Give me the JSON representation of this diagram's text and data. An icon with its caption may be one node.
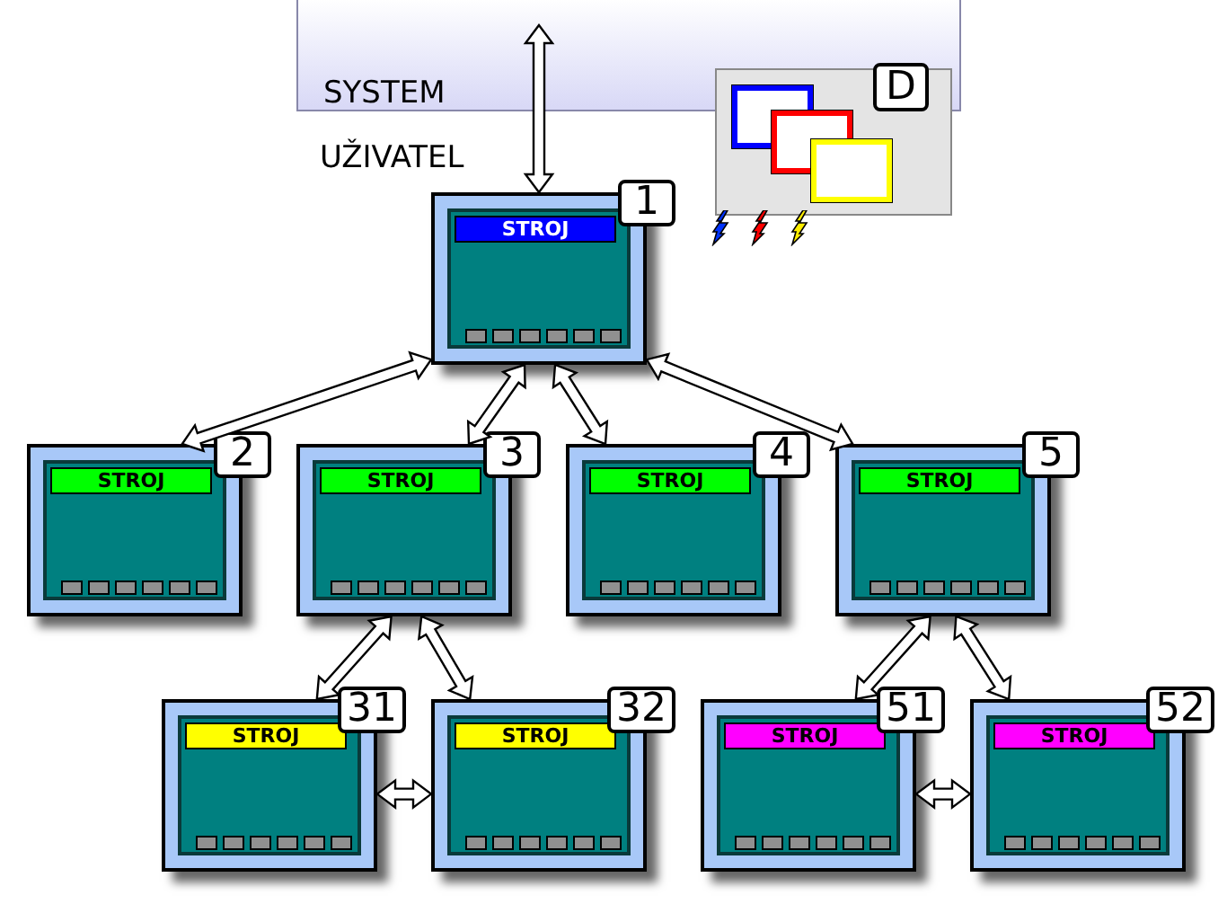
{
  "diagram": {
    "nodes": [
      {
        "text": [
          "SYSTEM"
        ]
      },
      {
        "text": [
          "D"
        ]
      },
      {
        "text": [
          "STROJ",
          "1"
        ]
      },
      {
        "text": [
          "STROJ",
          "2"
        ]
      },
      {
        "text": [
          "STROJ",
          "3"
        ]
      },
      {
        "text": [
          "STROJ",
          "4"
        ]
      },
      {
        "text": [
          "STROJ",
          "5"
        ]
      },
      {
        "text": [
          "STROJ",
          "31"
        ]
      },
      {
        "text": [
          "STROJ",
          "32"
        ]
      },
      {
        "text": [
          "STROJ",
          "51"
        ]
      },
      {
        "text": [
          "STROJ",
          "52"
        ]
      }
    ],
    "edges": [
      {
        "from": 0,
        "to": 2,
        "arrow": "both"
      },
      {
        "from": 2,
        "to": 3,
        "arrow": "both"
      },
      {
        "from": 2,
        "to": 4,
        "arrow": "both"
      },
      {
        "from": 2,
        "to": 5,
        "arrow": "both"
      },
      {
        "from": 2,
        "to": 6,
        "arrow": "both"
      },
      {
        "from": 4,
        "to": 7,
        "arrow": "both"
      },
      {
        "from": 4,
        "to": 8,
        "arrow": "both"
      },
      {
        "from": 6,
        "to": 9,
        "arrow": "both"
      },
      {
        "from": 6,
        "to": 10,
        "arrow": "both"
      },
      {
        "from": 7,
        "to": 8,
        "arrow": "both"
      },
      {
        "from": 9,
        "to": 10,
        "arrow": "both"
      }
    ],
    "labels": [
      "UŽIVATEL"
    ]
  }
}
